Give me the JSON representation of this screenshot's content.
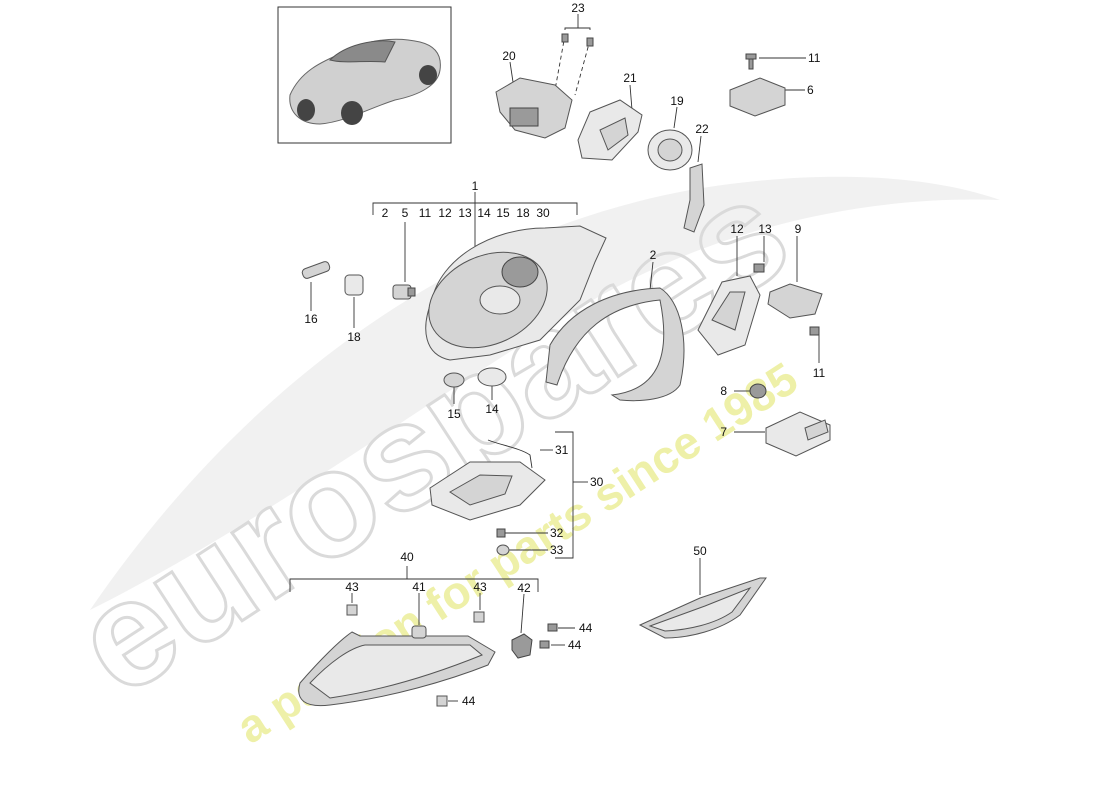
{
  "watermark": {
    "brand": "eurospares",
    "tagline": "a passion for parts since 1985",
    "brand_color": "#d9d9d9",
    "tagline_color": "#eef0a8"
  },
  "vehicle_thumbnail": {
    "icon": "car-icon"
  },
  "callouts": {
    "c1": "1",
    "c2": "2",
    "c5": "5",
    "c6": "6",
    "c7": "7",
    "c8": "8",
    "c9": "9",
    "c11a": "11",
    "c11b": "11",
    "c12": "12",
    "c13": "13",
    "c14": "14",
    "c15": "15",
    "c16": "16",
    "c18": "18",
    "c19": "19",
    "c20": "20",
    "c21": "21",
    "c22": "22",
    "c23": "23",
    "c30": "30",
    "c31": "31",
    "c32": "32",
    "c33": "33",
    "c40": "40",
    "c41": "41",
    "c42": "42",
    "c43a": "43",
    "c43b": "43",
    "c44a": "44",
    "c44b": "44",
    "c44c": "44",
    "c50": "50"
  },
  "group_1_includes": [
    "2",
    "5",
    "11",
    "12",
    "13",
    "14",
    "15",
    "18",
    "30"
  ]
}
